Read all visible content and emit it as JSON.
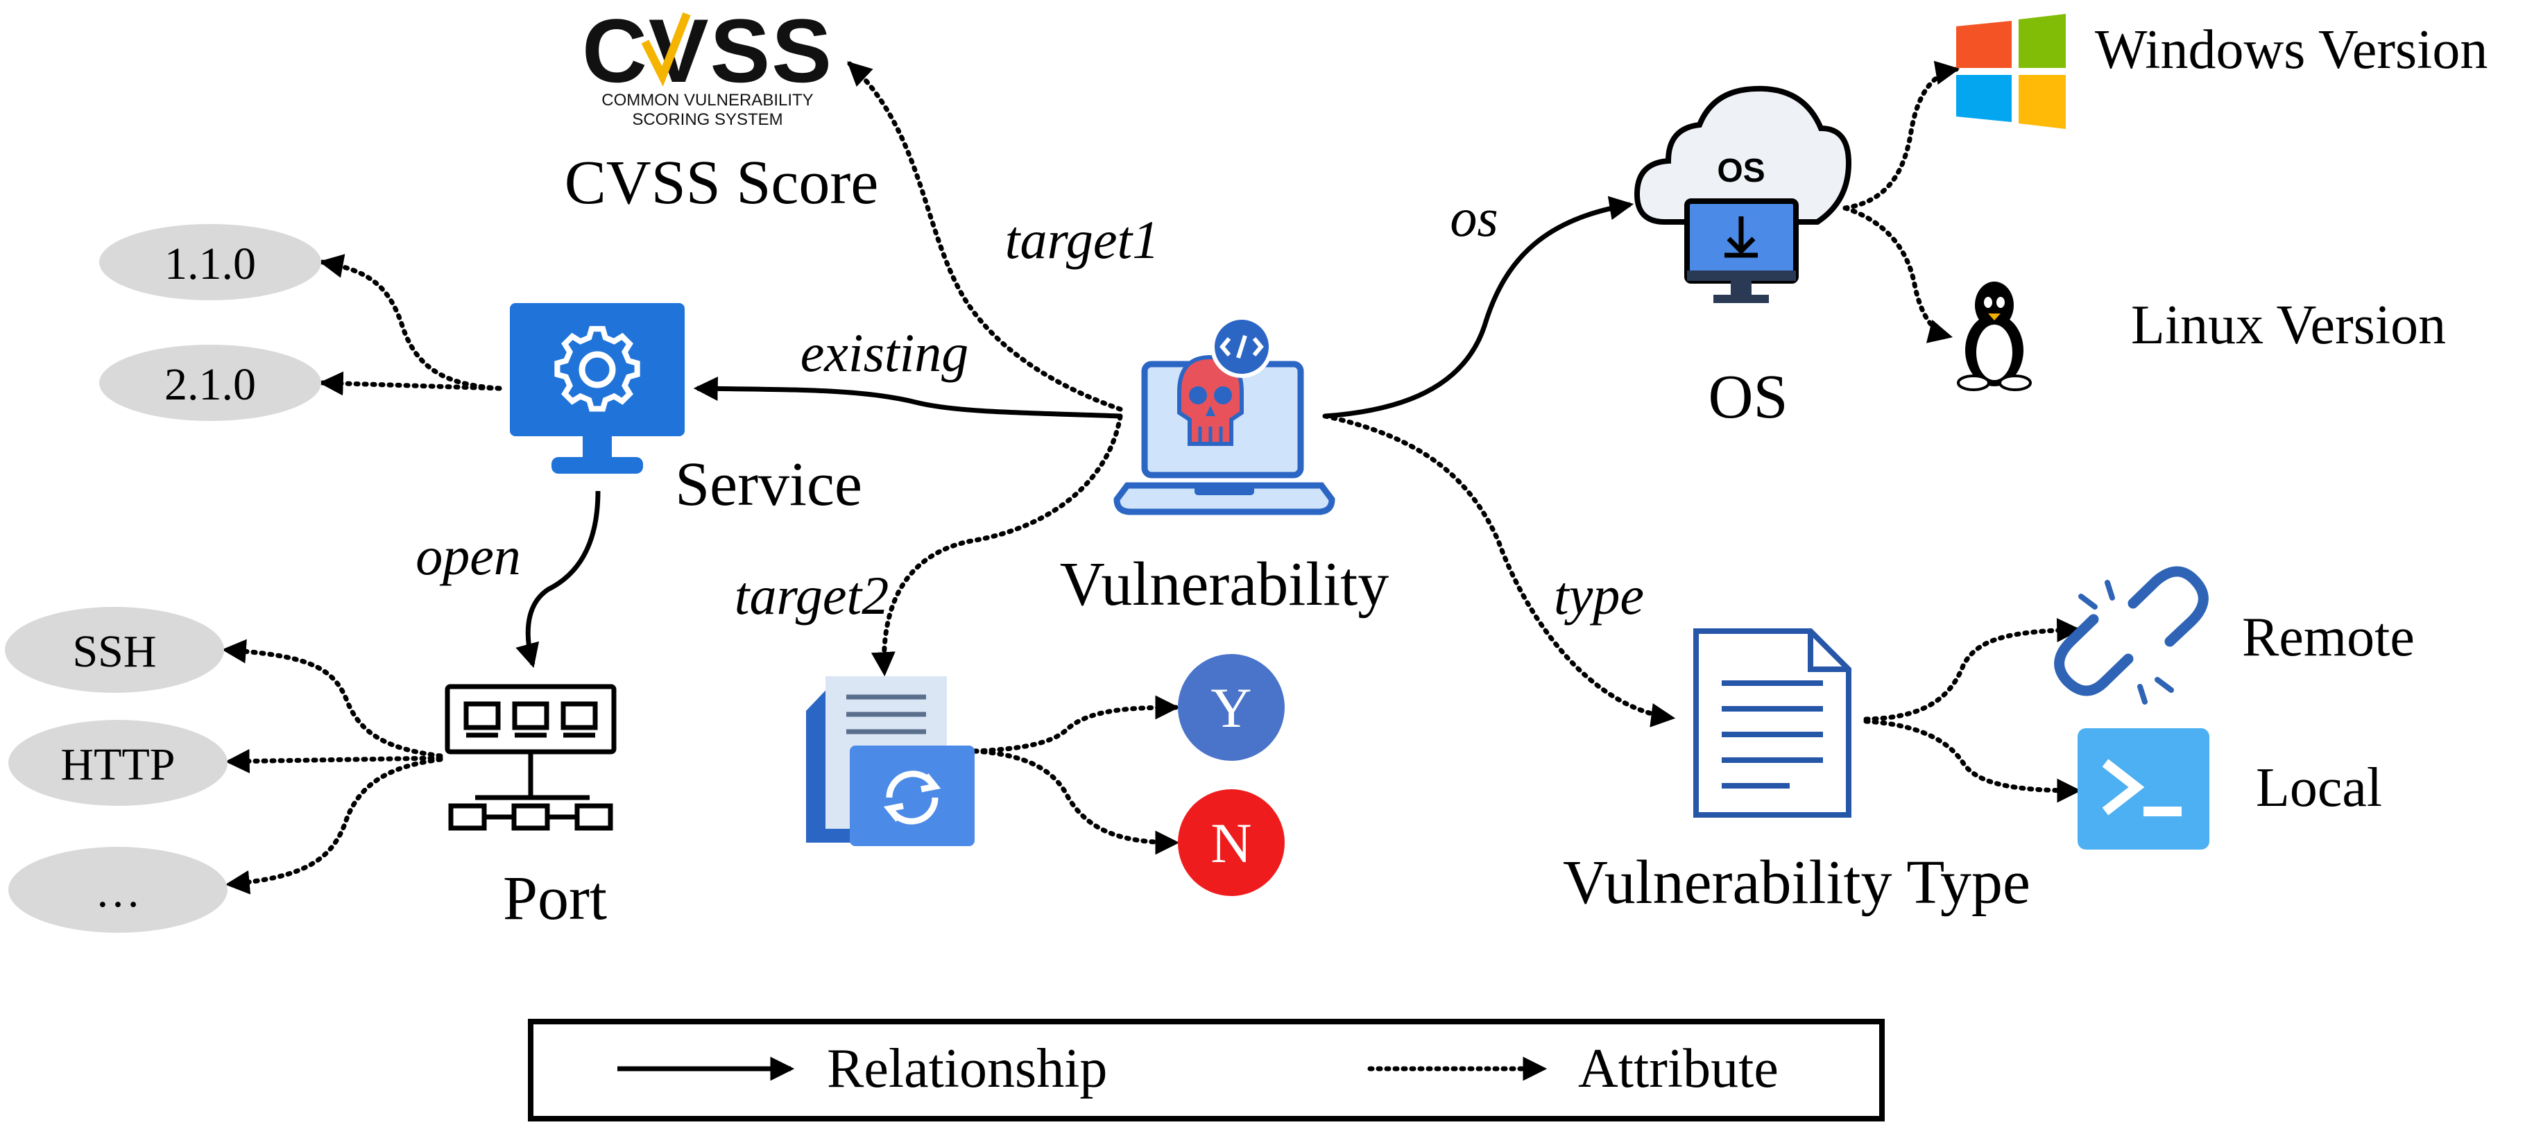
{
  "nodes": {
    "vulnerability": "Vulnerability",
    "cvss": "CVSS Score",
    "service": "Service",
    "port": "Port",
    "os": "OS",
    "vuln_type": "Vulnerability Type"
  },
  "edges": {
    "target1": "target1",
    "existing": "existing",
    "os": "os",
    "open": "open",
    "target2": "target2",
    "type": "type"
  },
  "service_versions": [
    "1.1.0",
    "2.1.0"
  ],
  "port_values": [
    "SSH",
    "HTTP",
    "…"
  ],
  "target2_values": {
    "yes": "Y",
    "no": "N"
  },
  "os_values": {
    "windows": "Windows Version",
    "linux": "Linux Version"
  },
  "type_values": {
    "remote": "Remote",
    "local": "Local"
  },
  "cvss_logo": {
    "wordmark": "CVSS",
    "line1": "COMMON VULNERABILITY",
    "line2": "SCORING SYSTEM"
  },
  "os_monitor_text": "OS",
  "legend": {
    "relationship": "Relationship",
    "attribute": "Attribute"
  },
  "colors": {
    "service_blue": "#1f73d9",
    "laptop_blue": "#2c66c4",
    "laptop_screen": "#cfe4fb",
    "skull_red": "#e8535b",
    "doc_blue": "#2556a8",
    "folder_blue": "#4b8ae6",
    "yes_circle": "#4a74c9",
    "no_circle": "#ee1c1c",
    "ellipse_gray": "#d9d9d9",
    "remote_blue": "#2e63b5",
    "local_bg": "#4db0f2"
  }
}
